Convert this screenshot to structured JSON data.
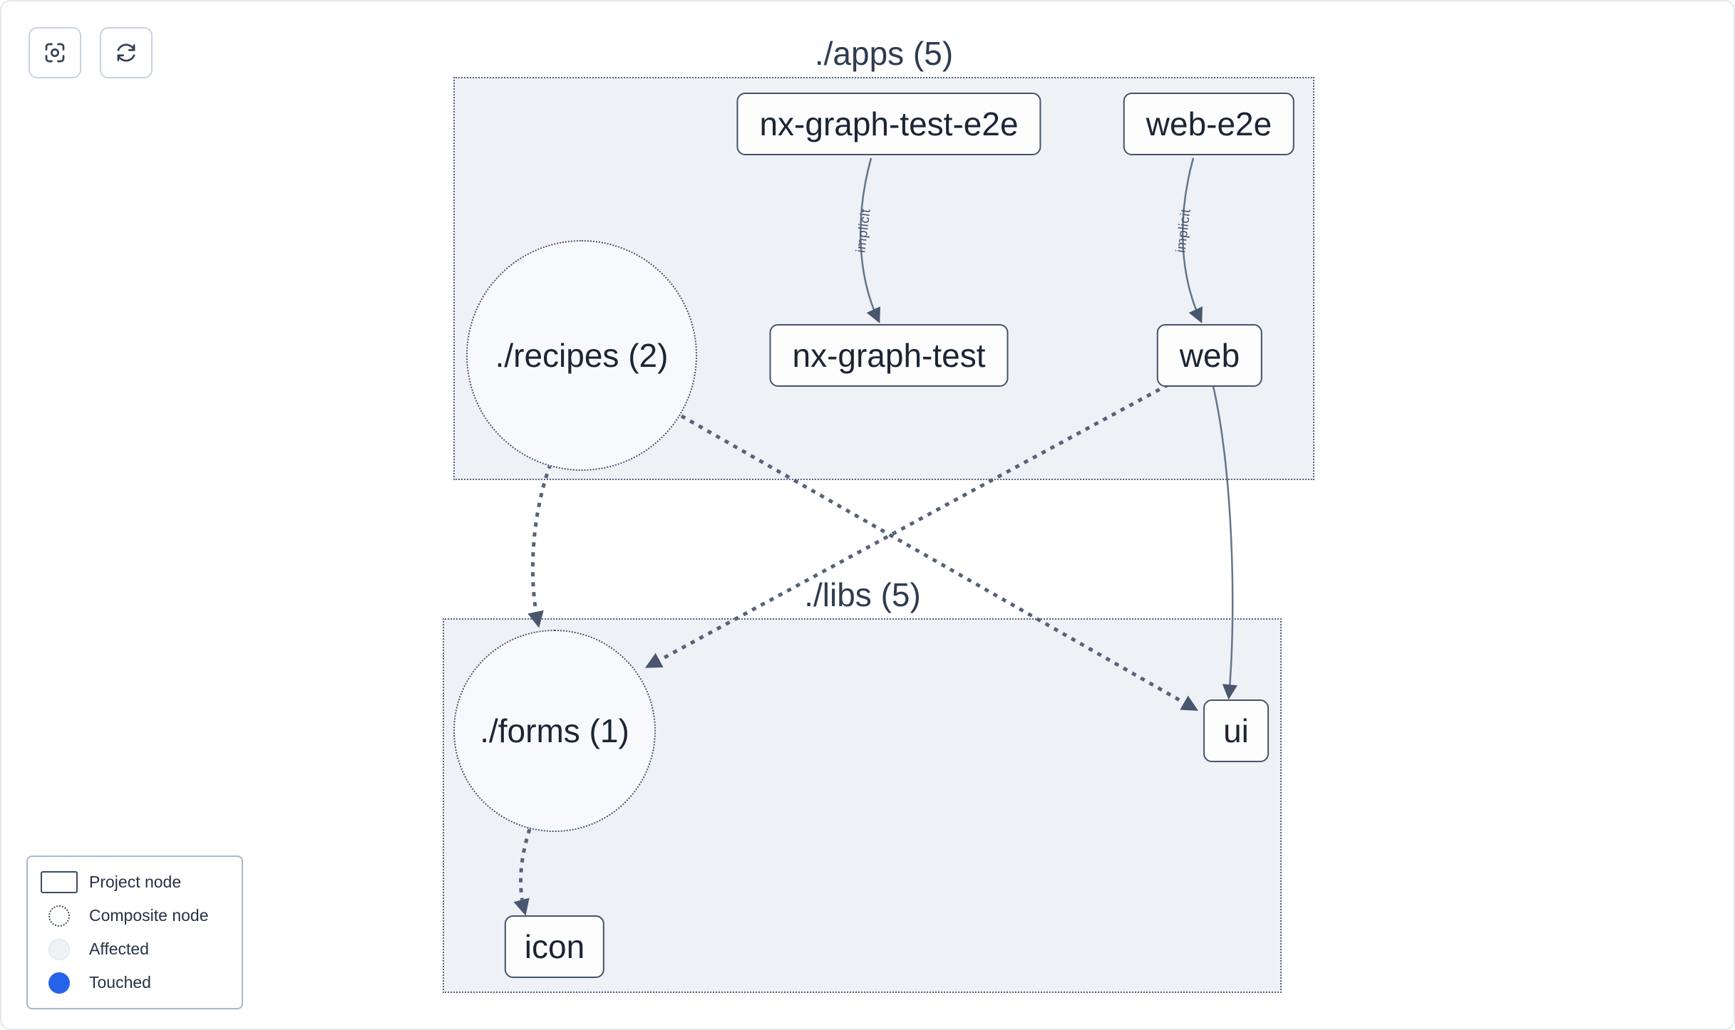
{
  "toolbar": {
    "focus_button_icon": "focus-icon",
    "refresh_button_icon": "refresh-icon"
  },
  "clusters": {
    "apps": {
      "label": "./apps (5)"
    },
    "libs": {
      "label": "./libs (5)"
    }
  },
  "nodes": {
    "nx_graph_test_e2e": {
      "label": "nx-graph-test-e2e",
      "type": "project"
    },
    "web_e2e": {
      "label": "web-e2e",
      "type": "project"
    },
    "recipes": {
      "label": "./recipes (2)",
      "type": "composite"
    },
    "nx_graph_test": {
      "label": "nx-graph-test",
      "type": "project"
    },
    "web": {
      "label": "web",
      "type": "project"
    },
    "forms": {
      "label": "./forms (1)",
      "type": "composite"
    },
    "ui": {
      "label": "ui",
      "type": "project"
    },
    "icon": {
      "label": "icon",
      "type": "project"
    }
  },
  "edges": {
    "implicit_label": "implicit",
    "list": [
      {
        "from": "nx-graph-test-e2e",
        "to": "nx-graph-test",
        "style": "solid",
        "label": "implicit"
      },
      {
        "from": "web-e2e",
        "to": "web",
        "style": "solid",
        "label": "implicit"
      },
      {
        "from": "./recipes (2)",
        "to": "./forms (1)",
        "style": "dashed",
        "label": ""
      },
      {
        "from": "./recipes (2)",
        "to": "ui",
        "style": "dashed",
        "label": ""
      },
      {
        "from": "web",
        "to": "./forms (1)",
        "style": "dashed",
        "label": ""
      },
      {
        "from": "web",
        "to": "ui",
        "style": "solid",
        "label": ""
      },
      {
        "from": "./forms (1)",
        "to": "icon",
        "style": "dashed",
        "label": ""
      }
    ]
  },
  "legend": {
    "items": [
      {
        "label": "Project node"
      },
      {
        "label": "Composite node"
      },
      {
        "label": "Affected"
      },
      {
        "label": "Touched"
      }
    ]
  },
  "colors": {
    "cluster_bg": "#eef1f6",
    "node_border": "#44536b",
    "edge": "#5b6880",
    "touched_blue": "#2563eb"
  }
}
